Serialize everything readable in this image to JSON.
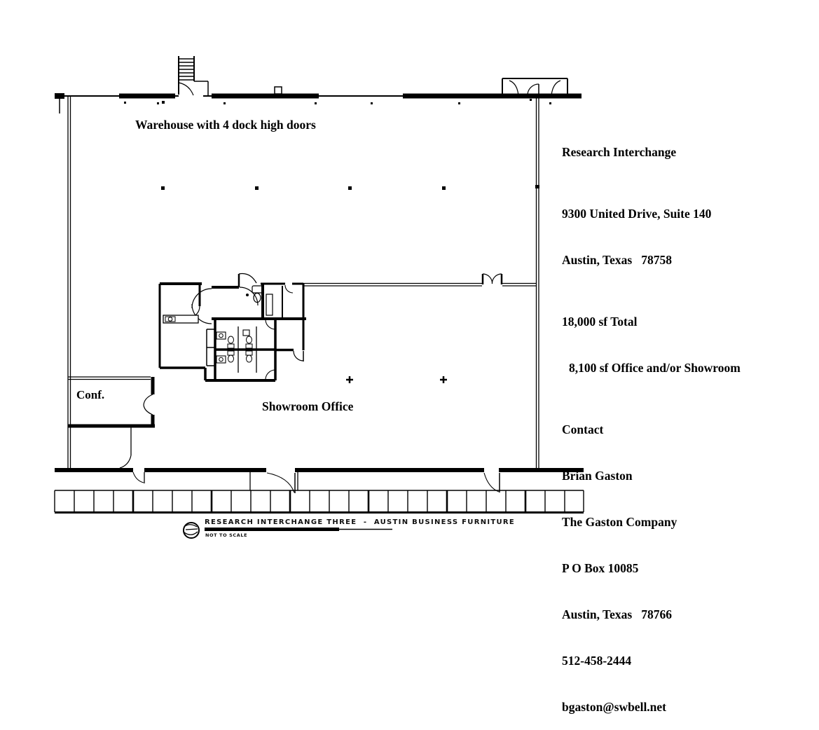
{
  "plan": {
    "warehouse_label": "Warehouse with 4 dock high doors",
    "conference_label": "Conf.",
    "showroom_label": "Showroom Office"
  },
  "info_panel": {
    "title": "Research Interchange",
    "address": [
      "9300 United Drive, Suite 140",
      "Austin, Texas   78758"
    ],
    "size": [
      "18,000 sf Total",
      "8,100 sf Office and/or Showroom"
    ],
    "contact_heading": "Contact",
    "contact": [
      "Brian Gaston",
      "The Gaston Company",
      "P O Box 10085",
      "Austin, Texas   78766",
      "512-458-2444",
      "bgaston@swbell.net"
    ]
  },
  "caption": {
    "title": "RESEARCH INTERCHANGE THREE  -  AUSTIN BUSINESS FURNITURE",
    "scale_note": "NOT TO SCALE"
  },
  "colors": {
    "ink": "#000000",
    "paper": "#ffffff"
  }
}
